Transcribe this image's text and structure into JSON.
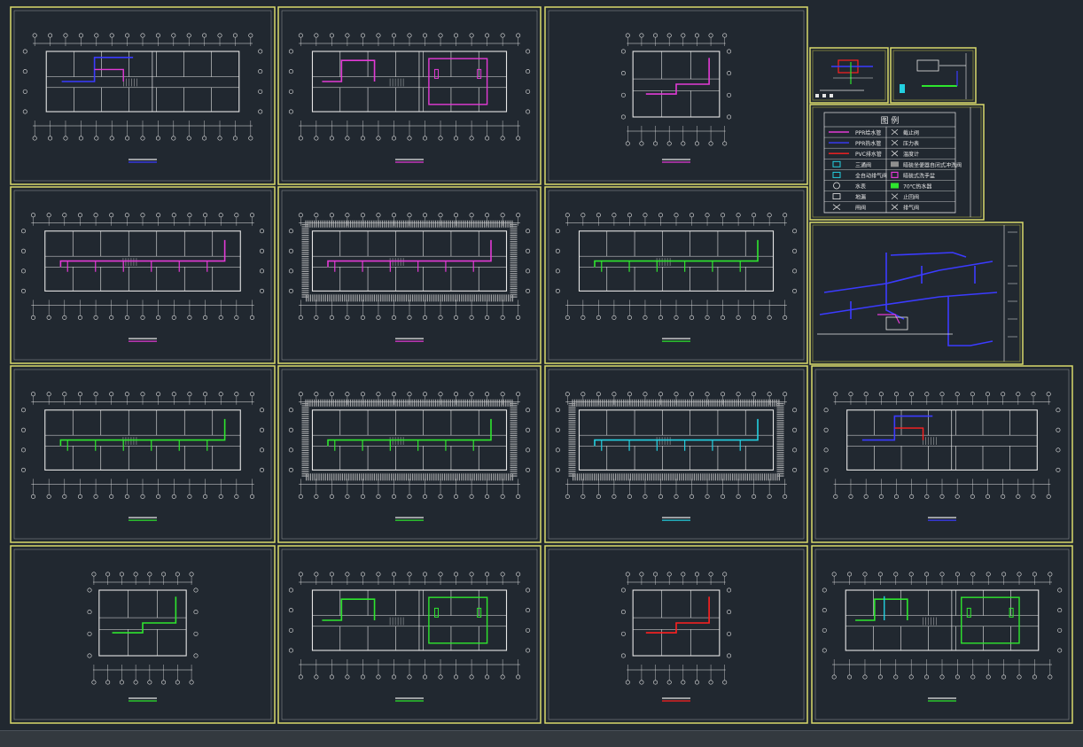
{
  "colors": {
    "background": "#212830",
    "sheet_frame": "#d9d96a",
    "plan_lines": "#e6e6e6",
    "pipe_magenta": "#e33ad6",
    "pipe_blue": "#3b3bff",
    "pipe_green": "#2ee62e",
    "pipe_red": "#ff2020",
    "pipe_cyan": "#23d0e0",
    "hatch": "#cfcfcf"
  },
  "legend": {
    "title": "图 例",
    "rows": [
      {
        "symbol": "line-magenta",
        "text": "PPR给水管",
        "symbol2": "valve-icon",
        "text2": "截止阀"
      },
      {
        "symbol": "line-blue",
        "text": "PPR热水管",
        "symbol2": "gauge-icon",
        "text2": "压力表"
      },
      {
        "symbol": "line-red",
        "text": "PVC排水管",
        "symbol2": "meter-icon",
        "text2": "温度计"
      },
      {
        "symbol": "box-cyan",
        "text": "三通阀",
        "symbol2": "box-hatch",
        "text2": "暗装坐便器自闭式冲洗阀"
      },
      {
        "symbol": "box-cyan2",
        "text": "全自动排气阀",
        "symbol2": "box-magenta",
        "text2": "暗装式洗手盆"
      },
      {
        "symbol": "circle-x",
        "text": "水表",
        "symbol2": "box-green",
        "text2": "70℃热水器"
      },
      {
        "symbol": "box-white",
        "text": "地漏",
        "symbol2": "arrow-icon",
        "text2": "止回阀"
      },
      {
        "symbol": "cross-box",
        "text": "闸阀",
        "symbol2": "hook-icon",
        "text2": "排气阀"
      }
    ]
  },
  "sheets": [
    {
      "type": "wide",
      "pipe": "pipe_blue",
      "pipe2": "pipe_magenta"
    },
    {
      "type": "two-wing",
      "pipe": "pipe_magenta"
    },
    {
      "type": "small",
      "pipe": "pipe_magenta"
    },
    {
      "type": "full",
      "pipe": "pipe_magenta"
    },
    {
      "type": "hatched",
      "pipe": "pipe_magenta"
    },
    {
      "type": "full",
      "pipe": "pipe_green"
    },
    {
      "type": "full",
      "pipe": "pipe_green"
    },
    {
      "type": "hatched",
      "pipe": "pipe_green"
    },
    {
      "type": "hatched",
      "pipe": "pipe_cyan"
    },
    {
      "type": "wide",
      "pipe": "pipe_blue",
      "pipe2": "pipe_red"
    },
    {
      "type": "small",
      "pipe": "pipe_green"
    },
    {
      "type": "two-wing",
      "pipe": "pipe_green"
    },
    {
      "type": "small",
      "pipe": "pipe_red"
    },
    {
      "type": "two-wing",
      "pipe": "pipe_green",
      "pipe2": "pipe_cyan"
    }
  ]
}
